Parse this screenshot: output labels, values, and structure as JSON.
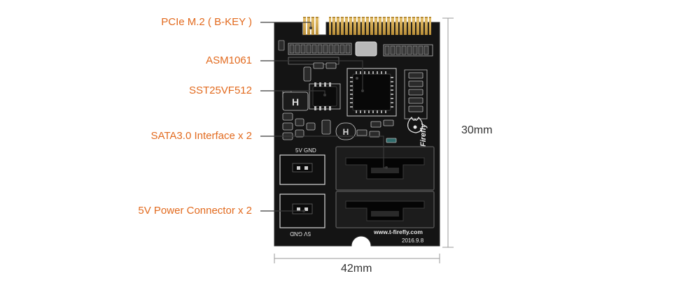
{
  "colors": {
    "accent": "#e26a1e",
    "pcb": "#141414",
    "gold": "#c9a14a",
    "silkscreen": "#e8e8e8"
  },
  "callouts": [
    {
      "label": "PCIe M.2 ( B-KEY )"
    },
    {
      "label": "ASM1061"
    },
    {
      "label": "SST25VF512"
    },
    {
      "label": "SATA3.0 Interface x 2"
    },
    {
      "label": "5V Power Connector x 2"
    }
  ],
  "dimensions": {
    "height": "30mm",
    "width": "42mm"
  },
  "board": {
    "logo_text": "Firefly",
    "website": "www.t-firefly.com",
    "date": "2016.9.8",
    "power_top_label": "5V  GND",
    "power_bottom_label": "5V  GND"
  }
}
